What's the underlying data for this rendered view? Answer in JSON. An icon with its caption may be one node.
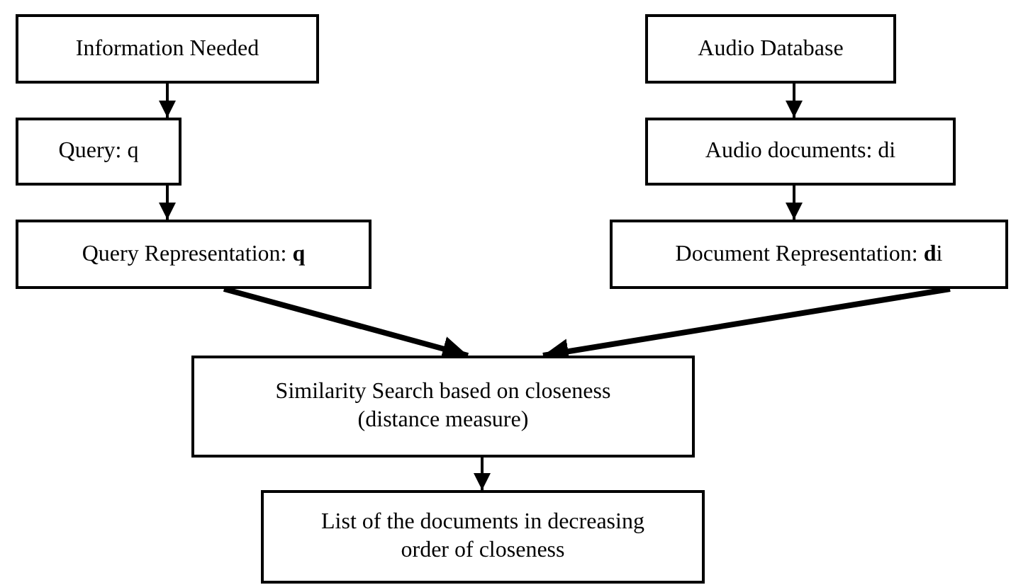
{
  "diagram": {
    "nodes": [
      {
        "text": [
          "Information Needed"
        ]
      },
      {
        "text": [
          "Query: q"
        ]
      },
      {
        "text": [
          "Query Representation: **q**"
        ]
      },
      {
        "text": [
          "Audio Database"
        ]
      },
      {
        "text": [
          "Audio documents: di"
        ]
      },
      {
        "text": [
          "Document Representation: **d**i"
        ]
      },
      {
        "text": [
          "Similarity Search based on closeness (distance measure)"
        ]
      },
      {
        "text": [
          "List of the documents in decreasing order of closeness"
        ]
      }
    ],
    "edges": [
      {
        "from": 0,
        "to": 1,
        "arrow": "to"
      },
      {
        "from": 1,
        "to": 2,
        "arrow": "to"
      },
      {
        "from": 3,
        "to": 4,
        "arrow": "to"
      },
      {
        "from": 4,
        "to": 5,
        "arrow": "to"
      },
      {
        "from": 2,
        "to": 6,
        "arrow": "to",
        "style": "thick"
      },
      {
        "from": 5,
        "to": 6,
        "arrow": "to",
        "style": "thick"
      },
      {
        "from": 6,
        "to": 7,
        "arrow": "to"
      }
    ]
  }
}
